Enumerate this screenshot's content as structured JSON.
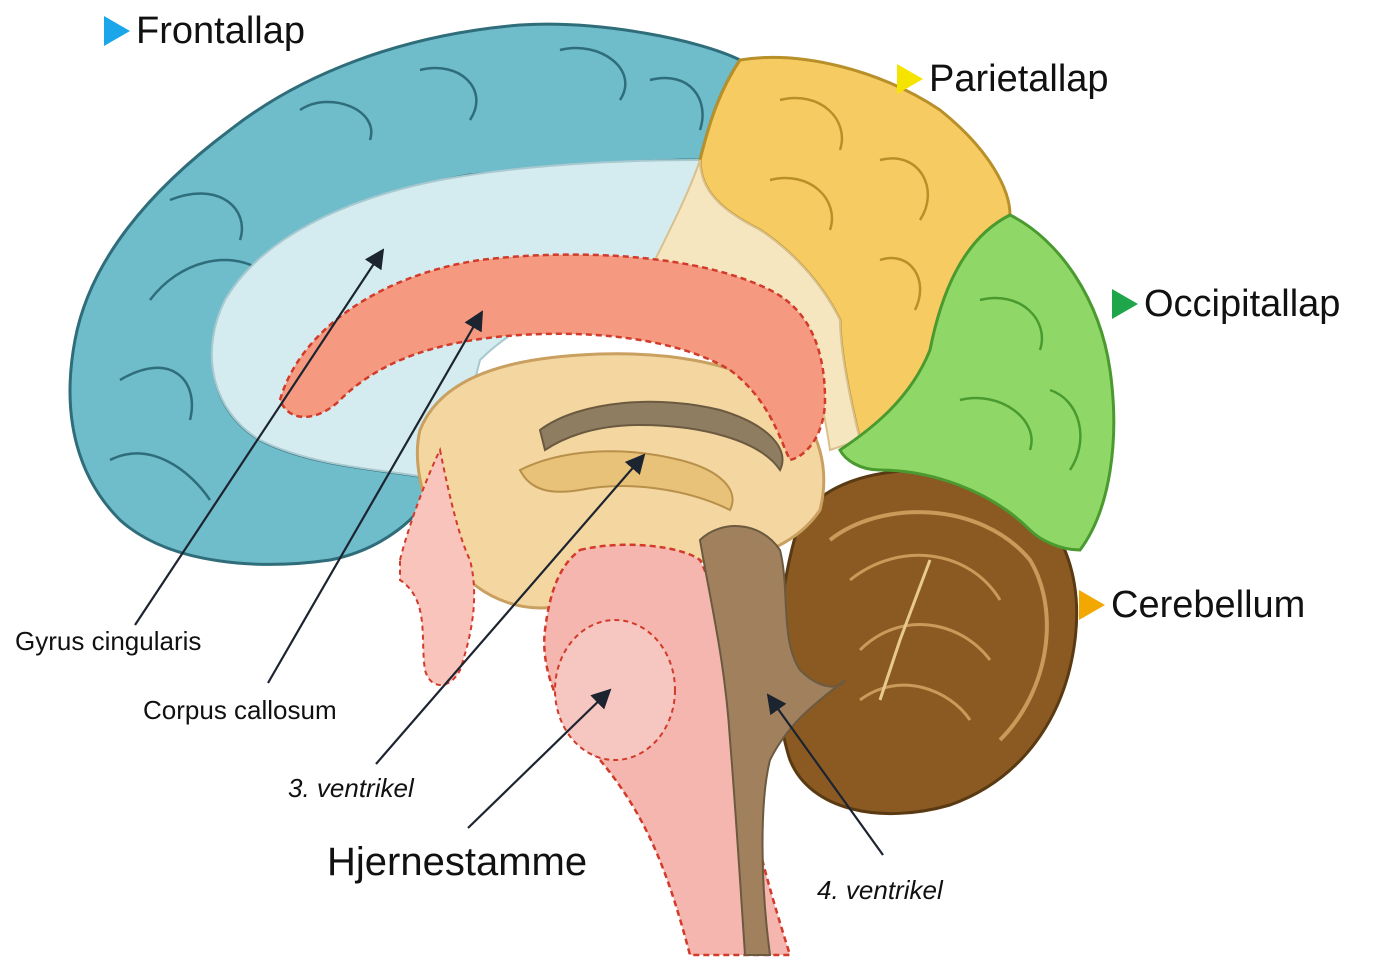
{
  "lobes": [
    {
      "label": "Frontallap",
      "color": "#1aa6e8"
    },
    {
      "label": "Parietallap",
      "color": "#f5e400"
    },
    {
      "label": "Occipitallap",
      "color": "#1fa64a"
    },
    {
      "label": "Cerebellum",
      "color": "#f2a800"
    }
  ],
  "structures": {
    "gyrus_cingularis": "Gyrus cingularis",
    "corpus_callosum": "Corpus callosum",
    "third_ventricle": "3. ventrikel",
    "brainstem": "Hjernestamme",
    "fourth_ventricle": "4. ventrikel"
  },
  "colors": {
    "frontal": "#6fbccb",
    "frontal_line": "#2f6d7a",
    "cingulate": "#d4ecef",
    "parietal": "#f6cc62",
    "occipital": "#8fd868",
    "cerebellum": "#8a5a22",
    "corpus_callosum": "#f59a80",
    "diencephalon": "#f4d7a0",
    "brainstem": "#f6b6b0",
    "dashed_outline": "#d23a2a",
    "arrow": "#1c2430"
  }
}
